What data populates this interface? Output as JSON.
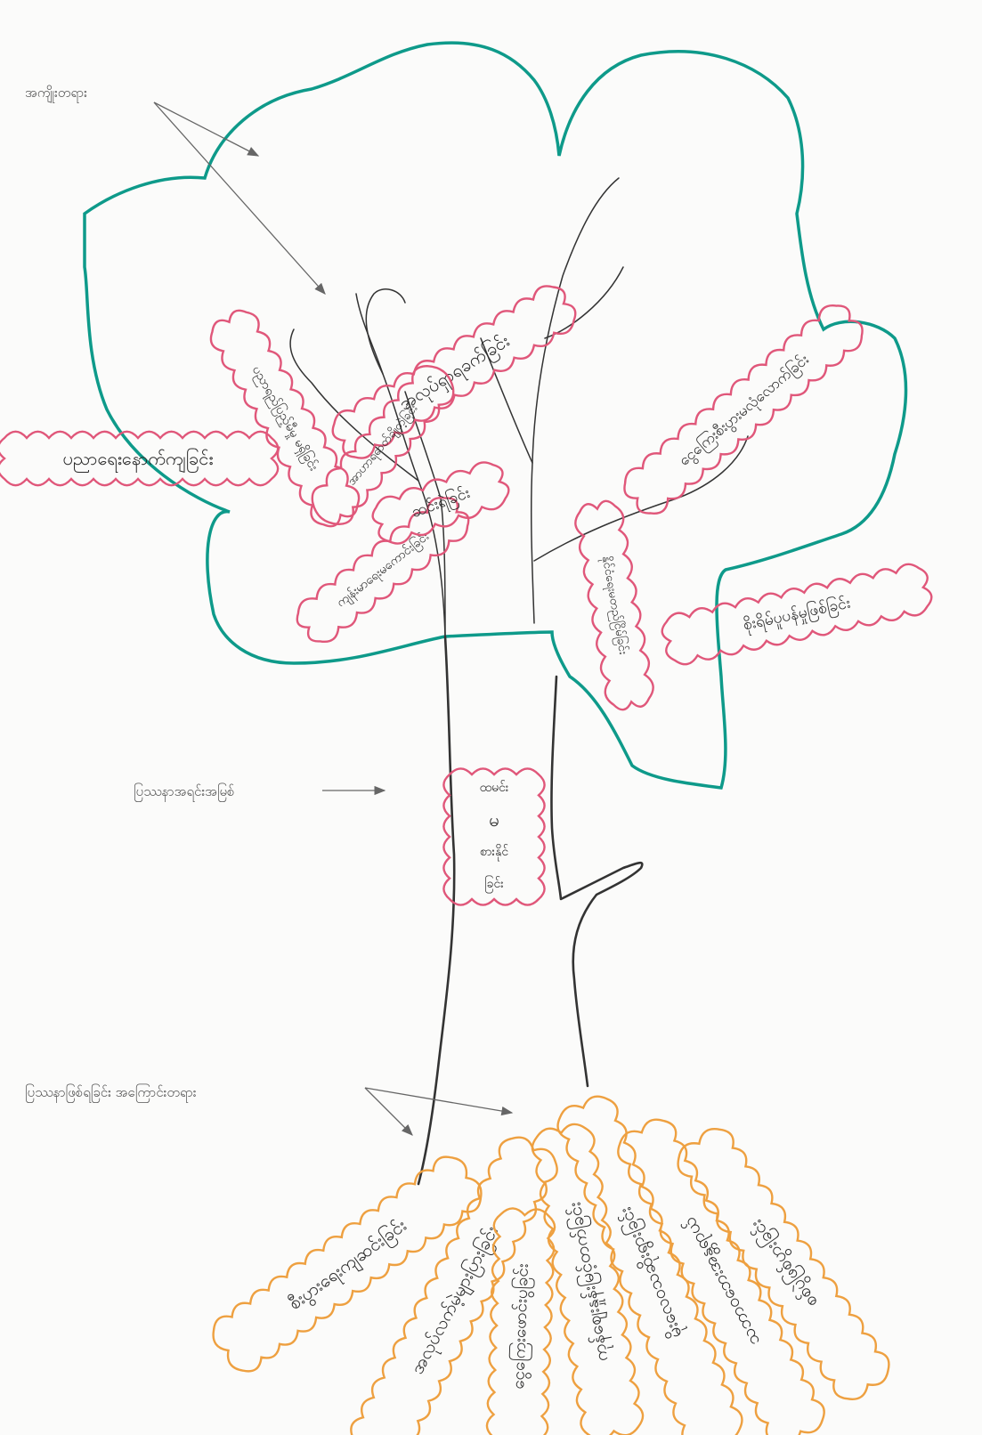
{
  "labels": {
    "effects": "အကျိုးတရား",
    "core_problem": "ပြဿနာအရင်းအမြစ်",
    "causes": "ပြဿနာဖြစ်ရခြင်း  အကြောင်းတရား"
  },
  "trunk": {
    "core_problem_text": [
      "ထမင်း",
      "မ",
      "စားနိုင်",
      "ခြင်း"
    ]
  },
  "branches": [
    "ပညာရေးနောက်ကျခြင်း",
    "အလုပ်ရှာရခက်ခြင်း",
    "ပညာရည်ပြည့်မီမှု မရှိခြင်း",
    "ကျန်းမာရေးမကောင်းခြင်း",
    "ဆင်းရဲခြင်း",
    "နိုင်ငံရေးမတည်ငြိမ်ခြင်း",
    "ငွေကြေးစီးပွားမလုံလောက်ခြင်း",
    "စိုးရိမ်ပူပန်မှုဖြစ်ခြင်း",
    "အာဟာရဓာတ်ချို့တဲ့ခြင်း"
  ],
  "roots": [
    "စီးပွားရေးကျဆင်းခြင်း",
    "အလုပ်လက်မဲ့များပြားခြင်း",
    "ငွေကြေးဖောင်းပွခြင်း",
    "ကုန်ဈေးနှုန်းမြင့်တက်ခြင်း",
    "မိုးလေဝသဆိုးရွားခြင်း",
    "သဘာဝဘေးအန္တရာယ်",
    "စစ်ပွဲဖြစ်ပွားခြင်း"
  ],
  "colors": {
    "canopy": "#0e9a8a",
    "bubble_effects": "#e0577a",
    "bubble_roots": "#eea040",
    "trunk": "#333333",
    "ink": "#2a2a2a"
  }
}
